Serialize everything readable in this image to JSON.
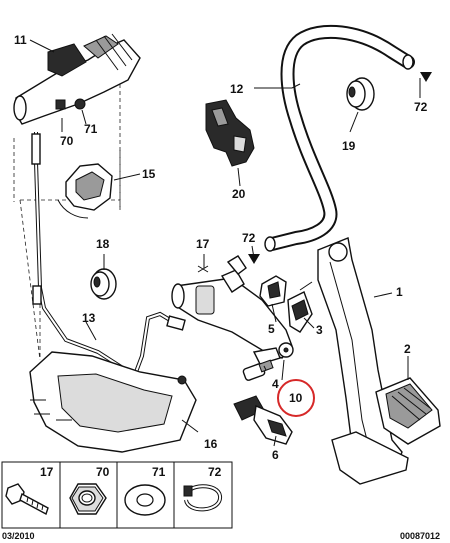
{
  "callouts": {
    "c1": "1",
    "c2": "2",
    "c3": "3",
    "c4": "4",
    "c5": "5",
    "c6": "6",
    "c10": "10",
    "c11": "11",
    "c12": "12",
    "c13": "13",
    "c15": "15",
    "c16": "16",
    "c17": "17",
    "c18": "18",
    "c19": "19",
    "c20": "20",
    "c70": "70",
    "c71": "71",
    "c72a": "72",
    "c72b": "72"
  },
  "legend": {
    "items": [
      {
        "number": "17",
        "icon": "bolt-icon"
      },
      {
        "number": "70",
        "icon": "nut-icon"
      },
      {
        "number": "71",
        "icon": "washer-icon"
      },
      {
        "number": "72",
        "icon": "hose-clamp-icon"
      }
    ]
  },
  "footer": {
    "date": "03/2010",
    "reference": "00087012"
  },
  "colors": {
    "highlight_circle": "#d62828",
    "line": "#111111",
    "background": "#ffffff"
  }
}
